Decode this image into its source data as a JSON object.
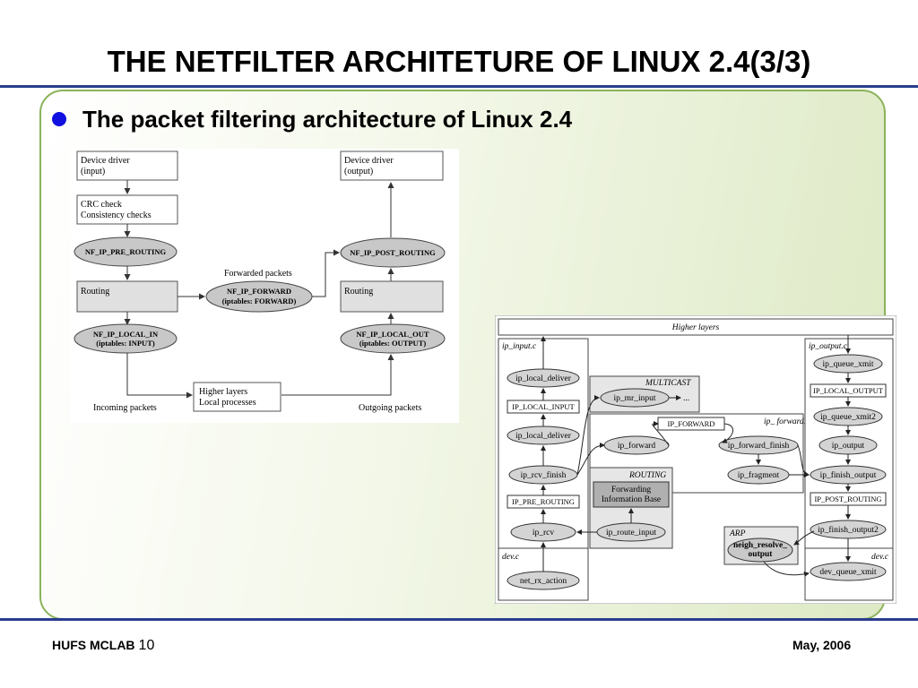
{
  "slide": {
    "title": "THE NETFILTER ARCHITETURE OF LINUX 2.4(3/3)",
    "bullet": "The packet filtering architecture of Linux 2.4",
    "footer_org": "HUFS MCLAB",
    "footer_page": "10",
    "footer_date": "May, 2006"
  },
  "colors": {
    "rule": "#2a3d8f",
    "panel_border": "#8ab35a",
    "bullet": "#1010e0"
  },
  "diagram1": {
    "device_in": [
      "Device driver",
      "(input)"
    ],
    "crc": [
      "CRC check",
      "Consistency checks"
    ],
    "pre_routing": "NF_IP_PRE_ROUTING",
    "routing_left": "Routing",
    "local_in": [
      "NF_IP_LOCAL_IN",
      "(iptables: INPUT)"
    ],
    "forwarded_label": "Forwarded packets",
    "forward": [
      "NF_IP_FORWARD",
      "(iptables: FORWARD)"
    ],
    "device_out": [
      "Device driver",
      "(output)"
    ],
    "post_routing": "NF_IP_POST_ROUTING",
    "routing_right": "Routing",
    "local_out": [
      "NF_IP_LOCAL_OUT",
      "(iptables: OUTPUT)"
    ],
    "higher": [
      "Higher layers",
      "Local processes"
    ],
    "incoming_label": "Incoming packets",
    "outgoing_label": "Outgoing packets"
  },
  "diagram2": {
    "higher_layers": "Higher layers",
    "ip_input_c": "ip_input.c",
    "ip_output_c": "ip_output.c",
    "ip_forward_c": "ip_ forward.c",
    "dev_c_left": "dev.c",
    "dev_c_right": "dev.c",
    "multicast": "MULTICAST",
    "routing": "ROUTING",
    "arp": "ARP",
    "ip_local_deliver_1": "ip_local_deliver",
    "ip_local_input": "IP_LOCAL_INPUT",
    "ip_local_deliver_2": "ip_local_deliver",
    "ip_rcv_finish": "ip_rcv_finish",
    "ip_pre_routing": "IP_PRE_ROUTING",
    "ip_rcv": "ip_rcv",
    "net_rx_action": "net_rx_action",
    "ip_mr_input": "ip_mr_input",
    "ellipsis": "...",
    "ip_forward_box": "IP_FORWARD",
    "ip_forward": "ip_forward",
    "ip_forward_finish": "ip_forward_finish",
    "ip_fragment": "ip_fragment",
    "fib": [
      "Forwarding",
      "Information Base"
    ],
    "ip_route_input": "ip_route_input",
    "neigh": [
      "neigh_resolve_",
      "output"
    ],
    "ip_queue_xmit": "ip_queue_xmit",
    "ip_local_output": "IP_LOCAL_OUTPUT",
    "ip_queue_xmit2": "ip_queue_xmit2",
    "ip_output": "ip_output",
    "ip_finish_output": "ip_finish_output",
    "ip_post_routing": "IP_POST_ROUTING",
    "ip_finish_output2": "ip_finish_output2",
    "dev_queue_xmit": "dev_queue_xmit"
  }
}
